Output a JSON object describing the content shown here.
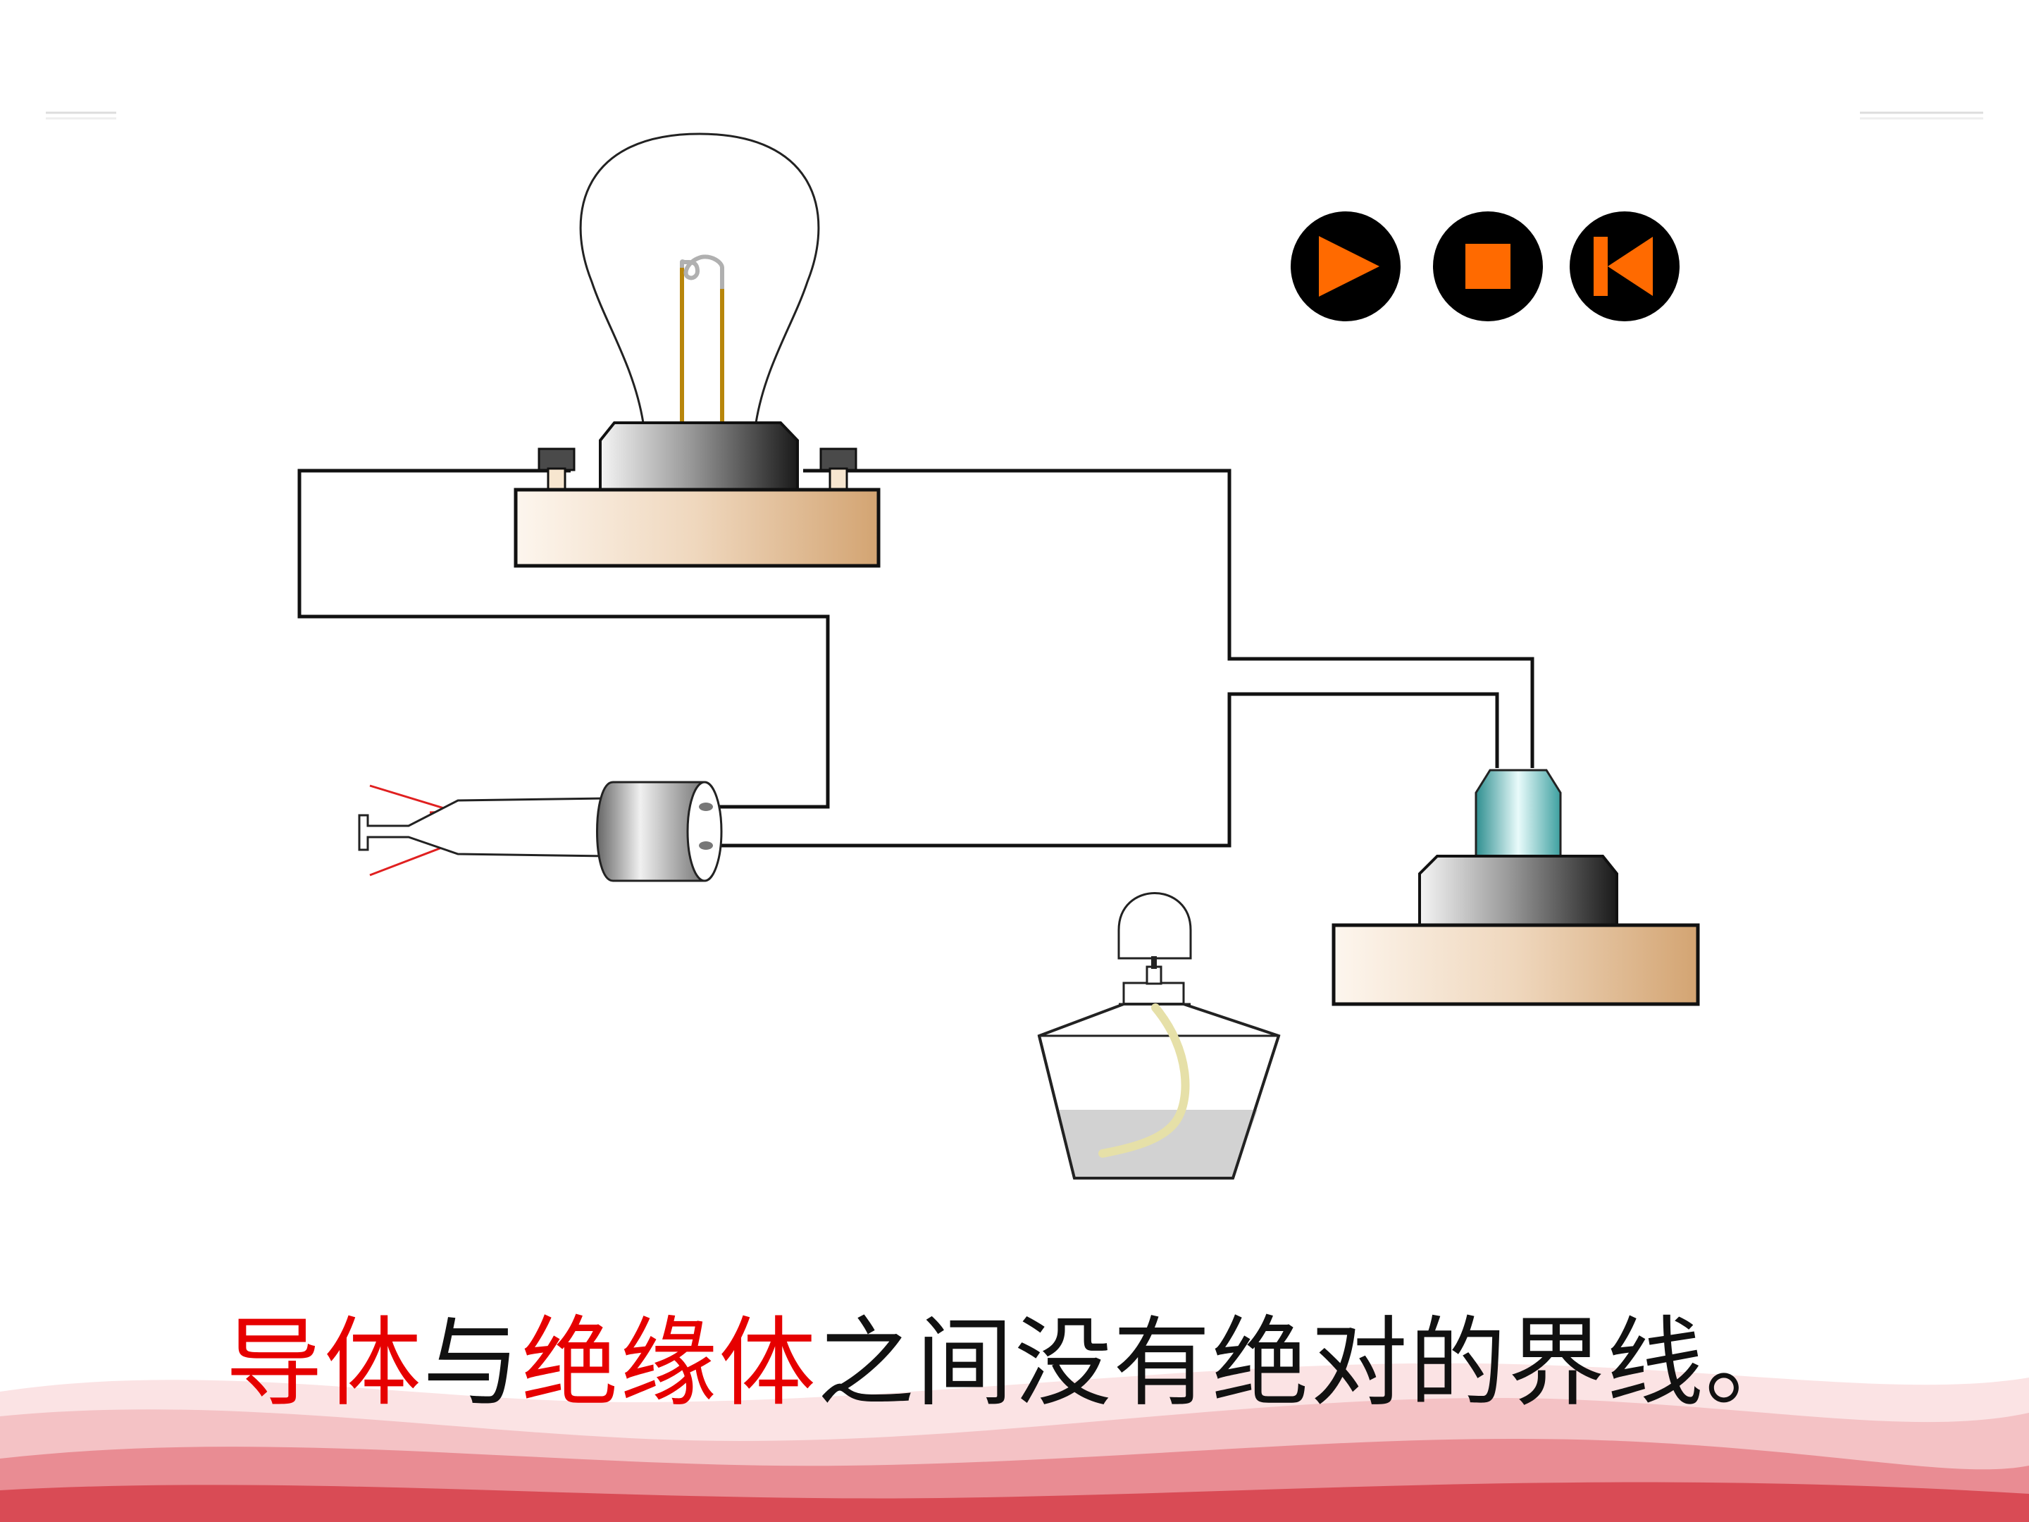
{
  "caption": {
    "part1": "导体",
    "part2": "与",
    "part3": "绝缘体",
    "part4": "之间没有绝对的界线。"
  },
  "controls": {
    "play_icon": "play-icon",
    "stop_icon": "stop-icon",
    "rewind_icon": "skip-back-icon"
  },
  "colors": {
    "accent": "#ff6a00",
    "button_bg": "#000000",
    "highlight_text": "#e60000",
    "wood_light": "#fbf1e6",
    "wood_dark": "#d4a574",
    "glass": "#5fb9b9",
    "wave": "#d94b55"
  }
}
